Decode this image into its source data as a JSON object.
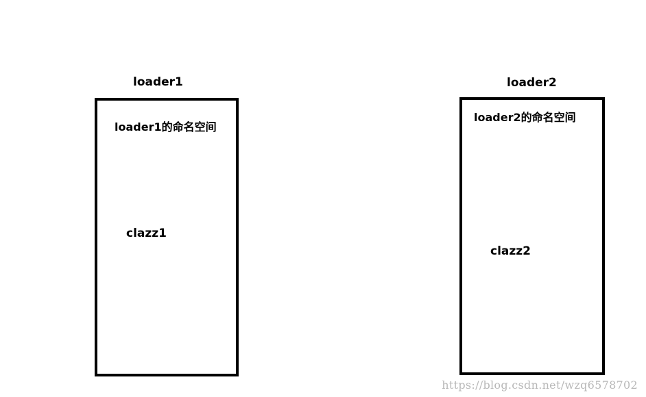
{
  "loaders": [
    {
      "label": "loader1",
      "namespace_label": "loader1的命名空间",
      "class_label": "clazz1"
    },
    {
      "label": "loader2",
      "namespace_label": "loader2的命名空间",
      "class_label": "clazz2"
    }
  ],
  "watermark": "https://blog.csdn.net/wzq6578702"
}
